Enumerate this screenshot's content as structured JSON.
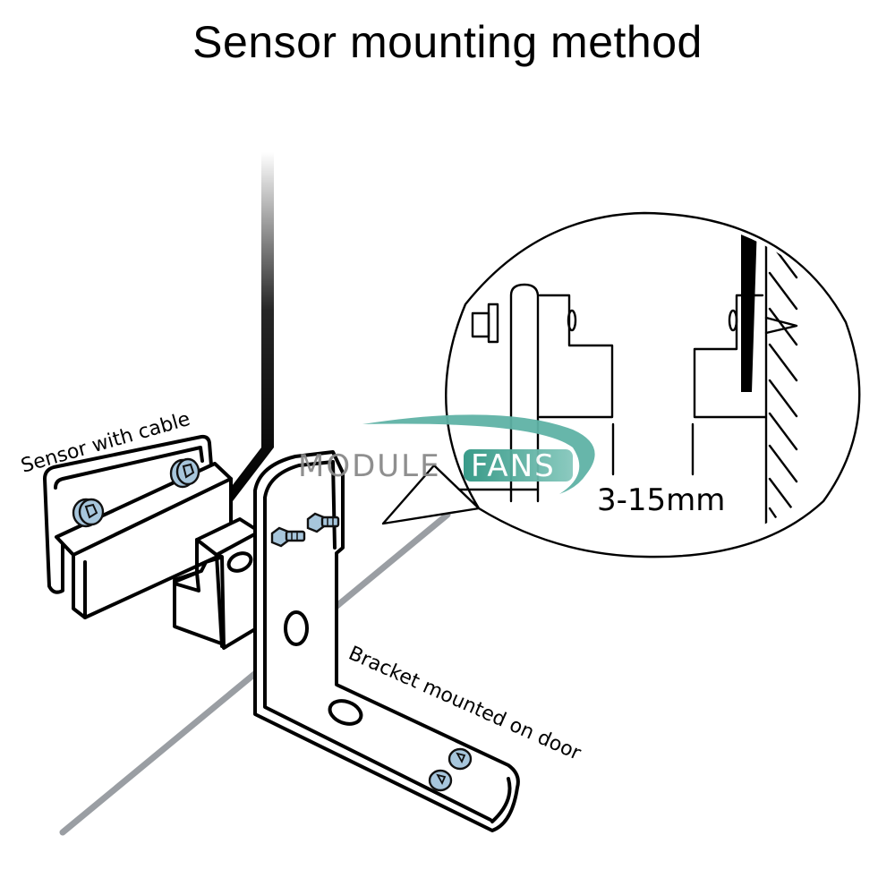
{
  "title": "Sensor mounting method",
  "labels": {
    "sensor": "Sensor with cable",
    "bracket": "Bracket mounted on door",
    "gap": "3-15mm"
  },
  "watermark": {
    "part1": "MODULE",
    "part2": "FANS",
    "part1_color": "#8a8a8a",
    "part2_bg_color": "#3e9e8e",
    "arc_color": "#5fb3a6"
  },
  "colors": {
    "line": "#000000",
    "floor_line": "#9a9ea3",
    "screw_fill": "#a7c6dc"
  },
  "icons": {
    "sensor_screws": "countersunk-screw-icon",
    "bracket_bolts": "hex-bolt-icon",
    "bracket_screws": "countersunk-screw-icon"
  }
}
